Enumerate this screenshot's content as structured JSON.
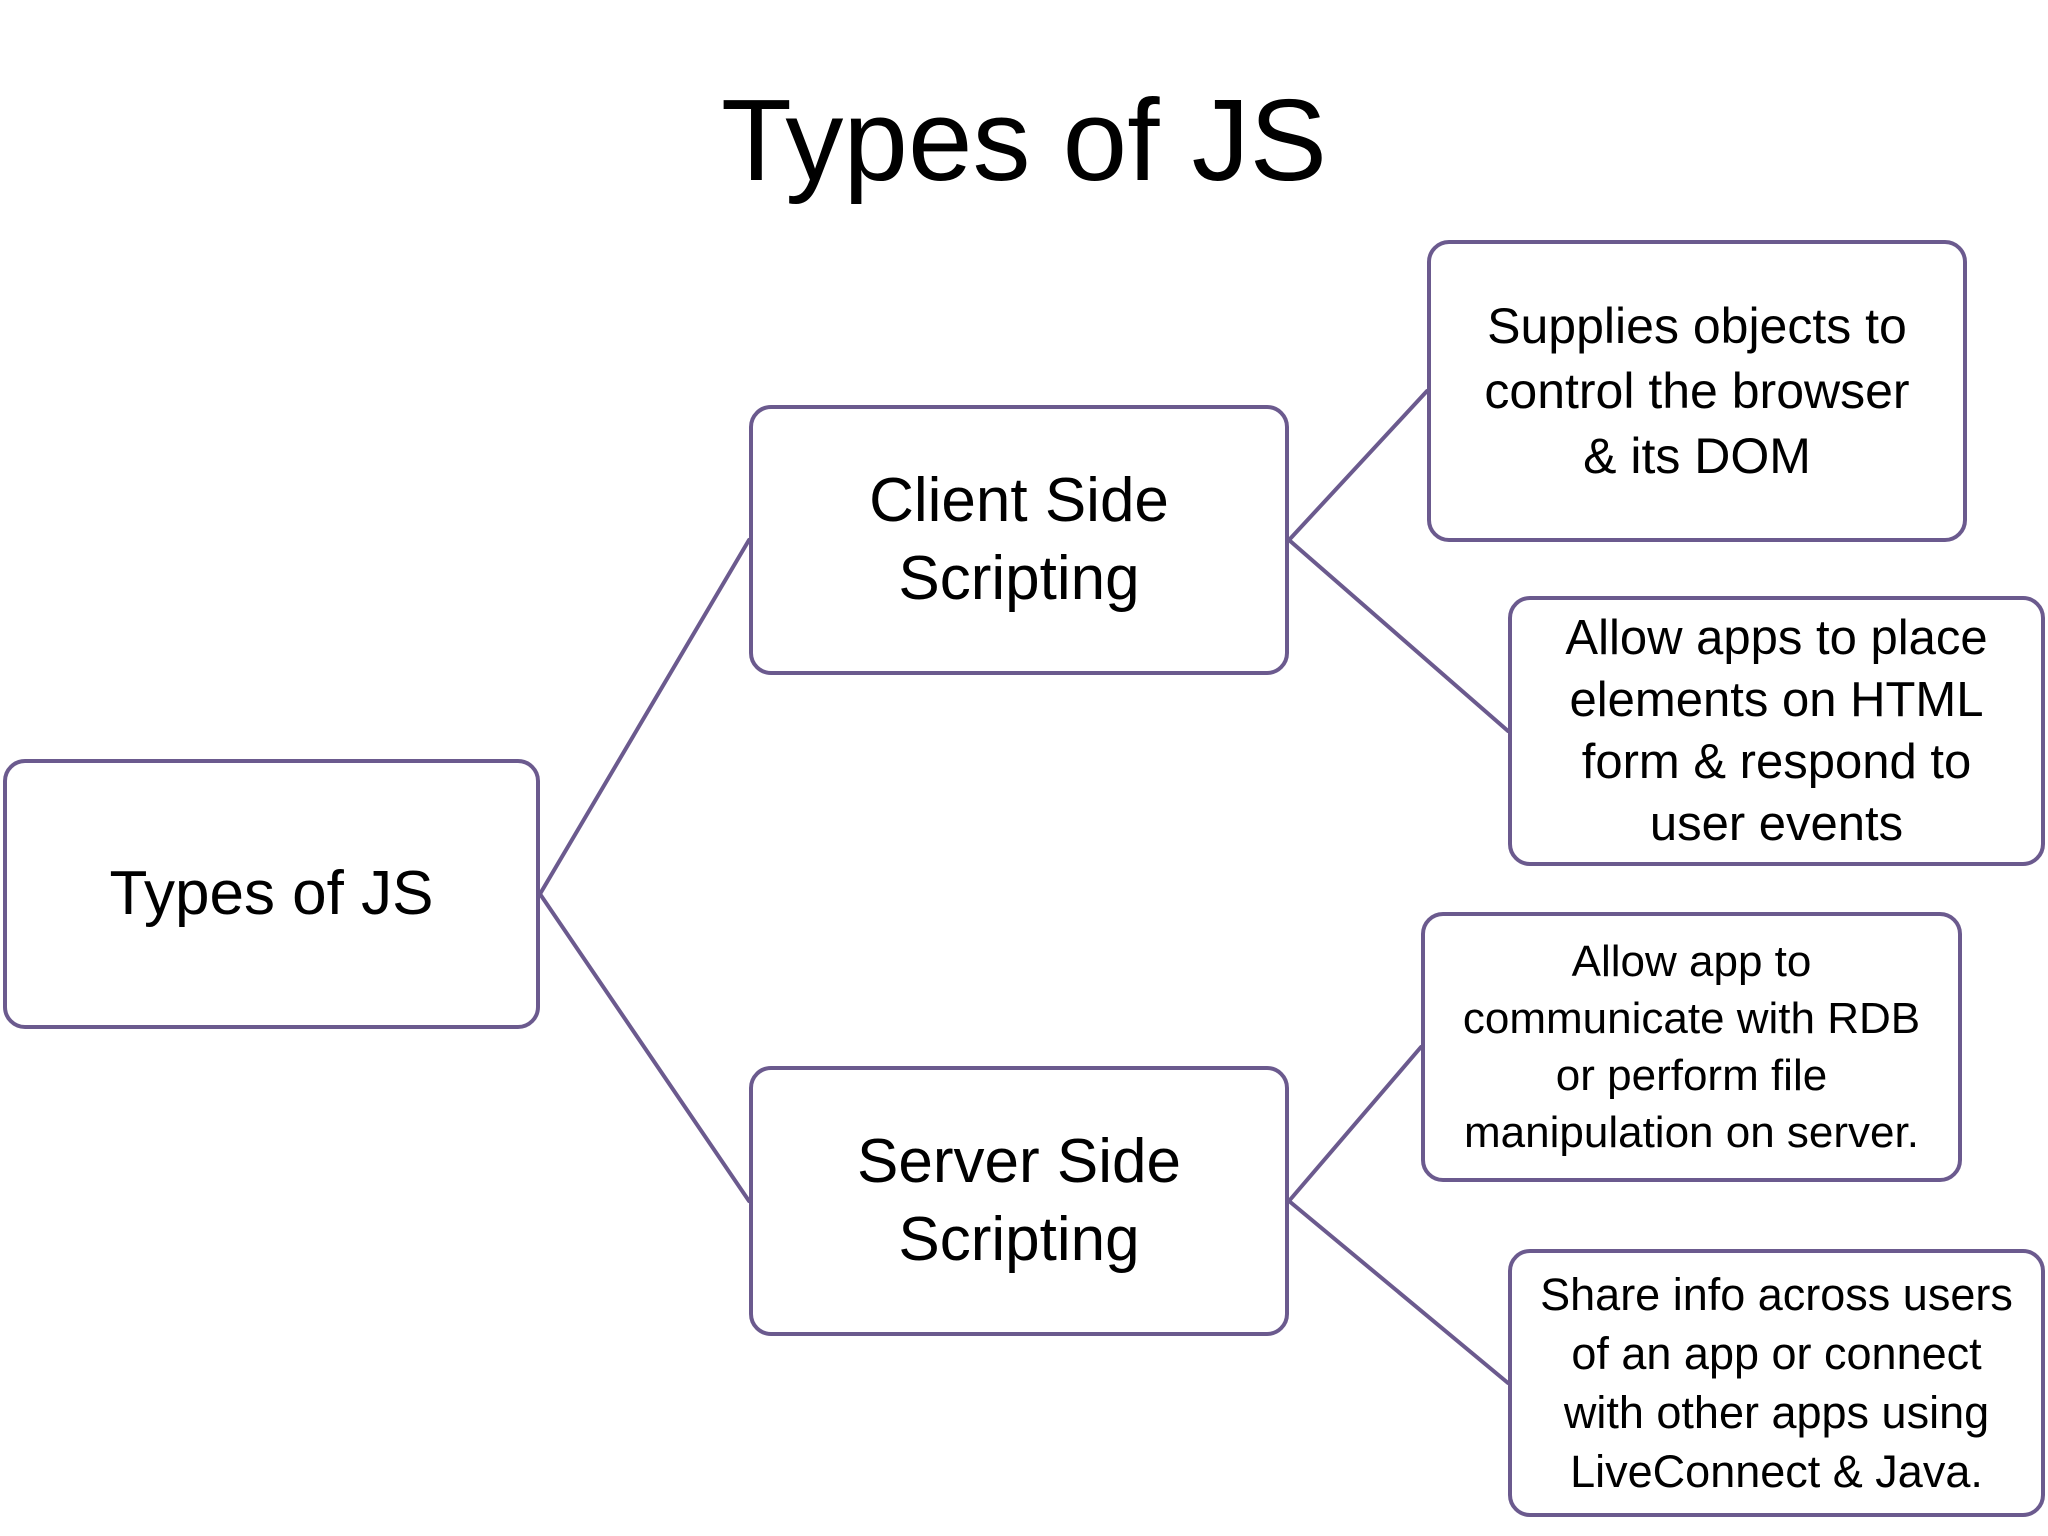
{
  "title": "Types of JS",
  "colors": {
    "box_border": "#6b5a8e",
    "connector": "#6b5a8e",
    "text": "#000000",
    "background": "#ffffff"
  },
  "nodes": {
    "root": "Types of JS",
    "client": "Client Side\nScripting",
    "server": "Server Side\nScripting",
    "client_detail_1": "Supplies objects to\ncontrol the browser\n& its DOM",
    "client_detail_2": "Allow apps to place\nelements on HTML\nform & respond to\nuser events",
    "server_detail_1": "Allow app to\ncommunicate with RDB\nor perform file\nmanipulation on server.",
    "server_detail_2": "Share info across users\nof an app or connect\nwith other apps using\nLiveConnect & Java."
  }
}
